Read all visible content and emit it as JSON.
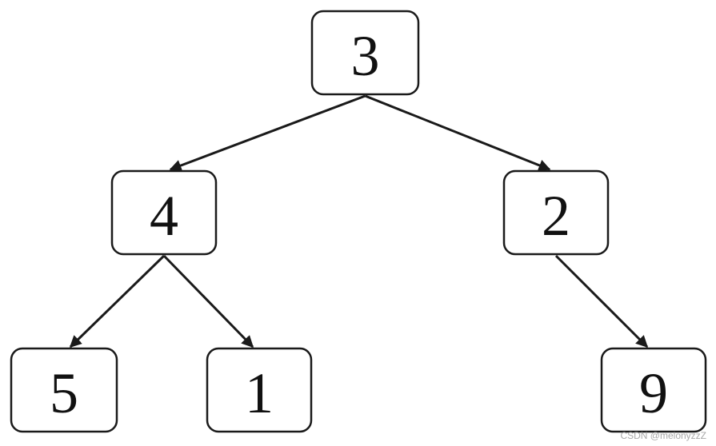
{
  "tree": {
    "nodes": [
      {
        "id": "n3",
        "label": "3"
      },
      {
        "id": "n4",
        "label": "4"
      },
      {
        "id": "n2",
        "label": "2"
      },
      {
        "id": "n5",
        "label": "5"
      },
      {
        "id": "n1",
        "label": "1"
      },
      {
        "id": "n9",
        "label": "9"
      }
    ],
    "edges": [
      {
        "from": "n3",
        "to": "n4"
      },
      {
        "from": "n3",
        "to": "n2"
      },
      {
        "from": "n4",
        "to": "n5"
      },
      {
        "from": "n4",
        "to": "n1"
      },
      {
        "from": "n2",
        "to": "n9"
      }
    ]
  },
  "watermark": "CSDN @melonyzzZ"
}
